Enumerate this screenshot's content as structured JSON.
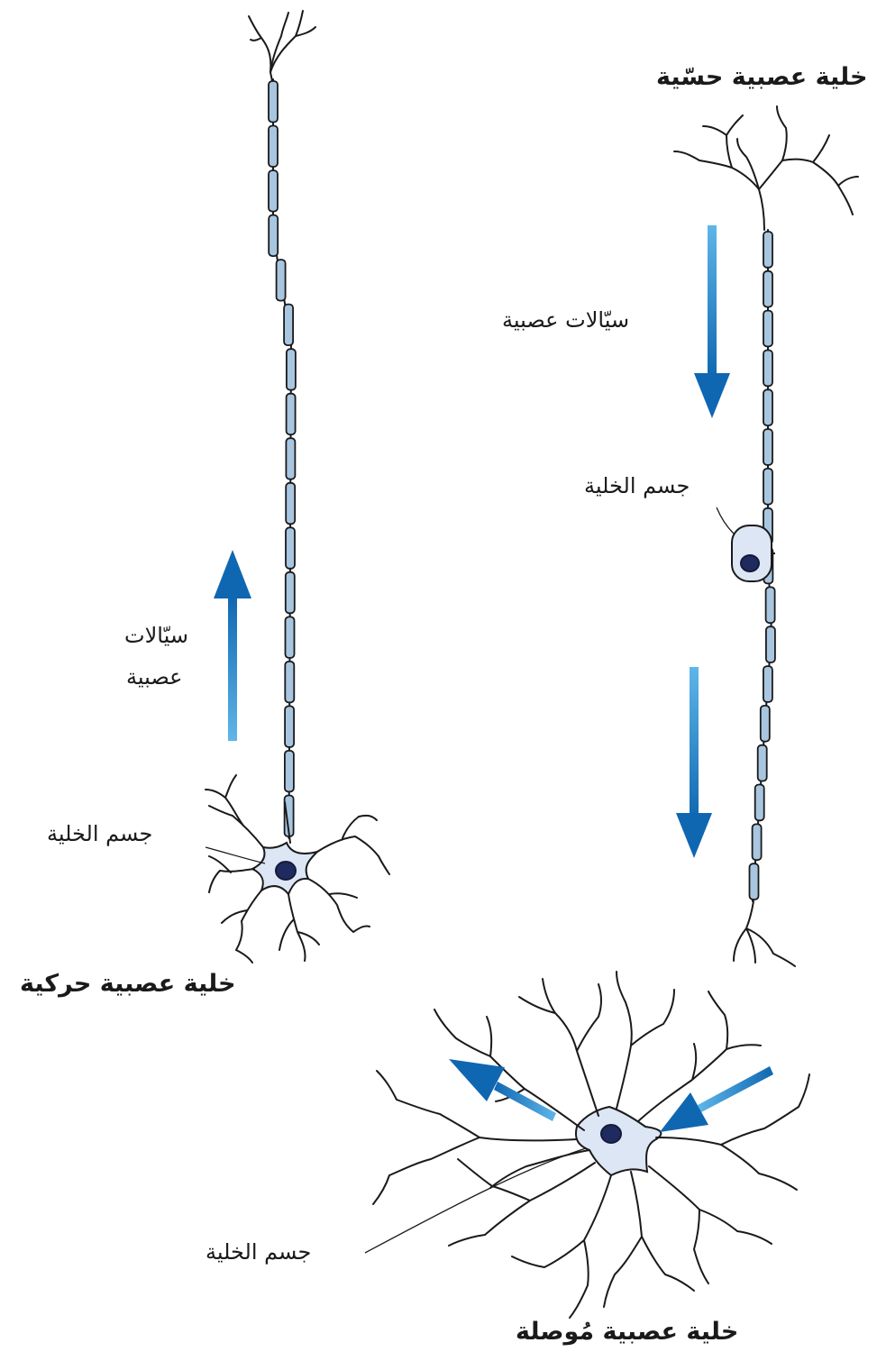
{
  "sensory_neuron": {
    "title": "خلية عصبية حسّية",
    "impulses_label": "سيّالات عصبية",
    "cell_body_label": "جسم الخلية"
  },
  "motor_neuron": {
    "title": "خلية عصبية حركية",
    "impulses_label_line1": "سيّالات",
    "impulses_label_line2": "عصبية",
    "cell_body_label": "جسم الخلية"
  },
  "interneuron": {
    "title": "خلية عصبية مُوصلة",
    "cell_body_label": "جسم الخلية"
  },
  "colors": {
    "stroke": "#1a1a1a",
    "myelin_fill": "#a9c6e0",
    "cell_body_fill": "#dce6f5",
    "nucleus_fill": "#1f2a5e",
    "arrow_light": "#5fb6e8",
    "arrow_dark": "#0f67b1"
  }
}
